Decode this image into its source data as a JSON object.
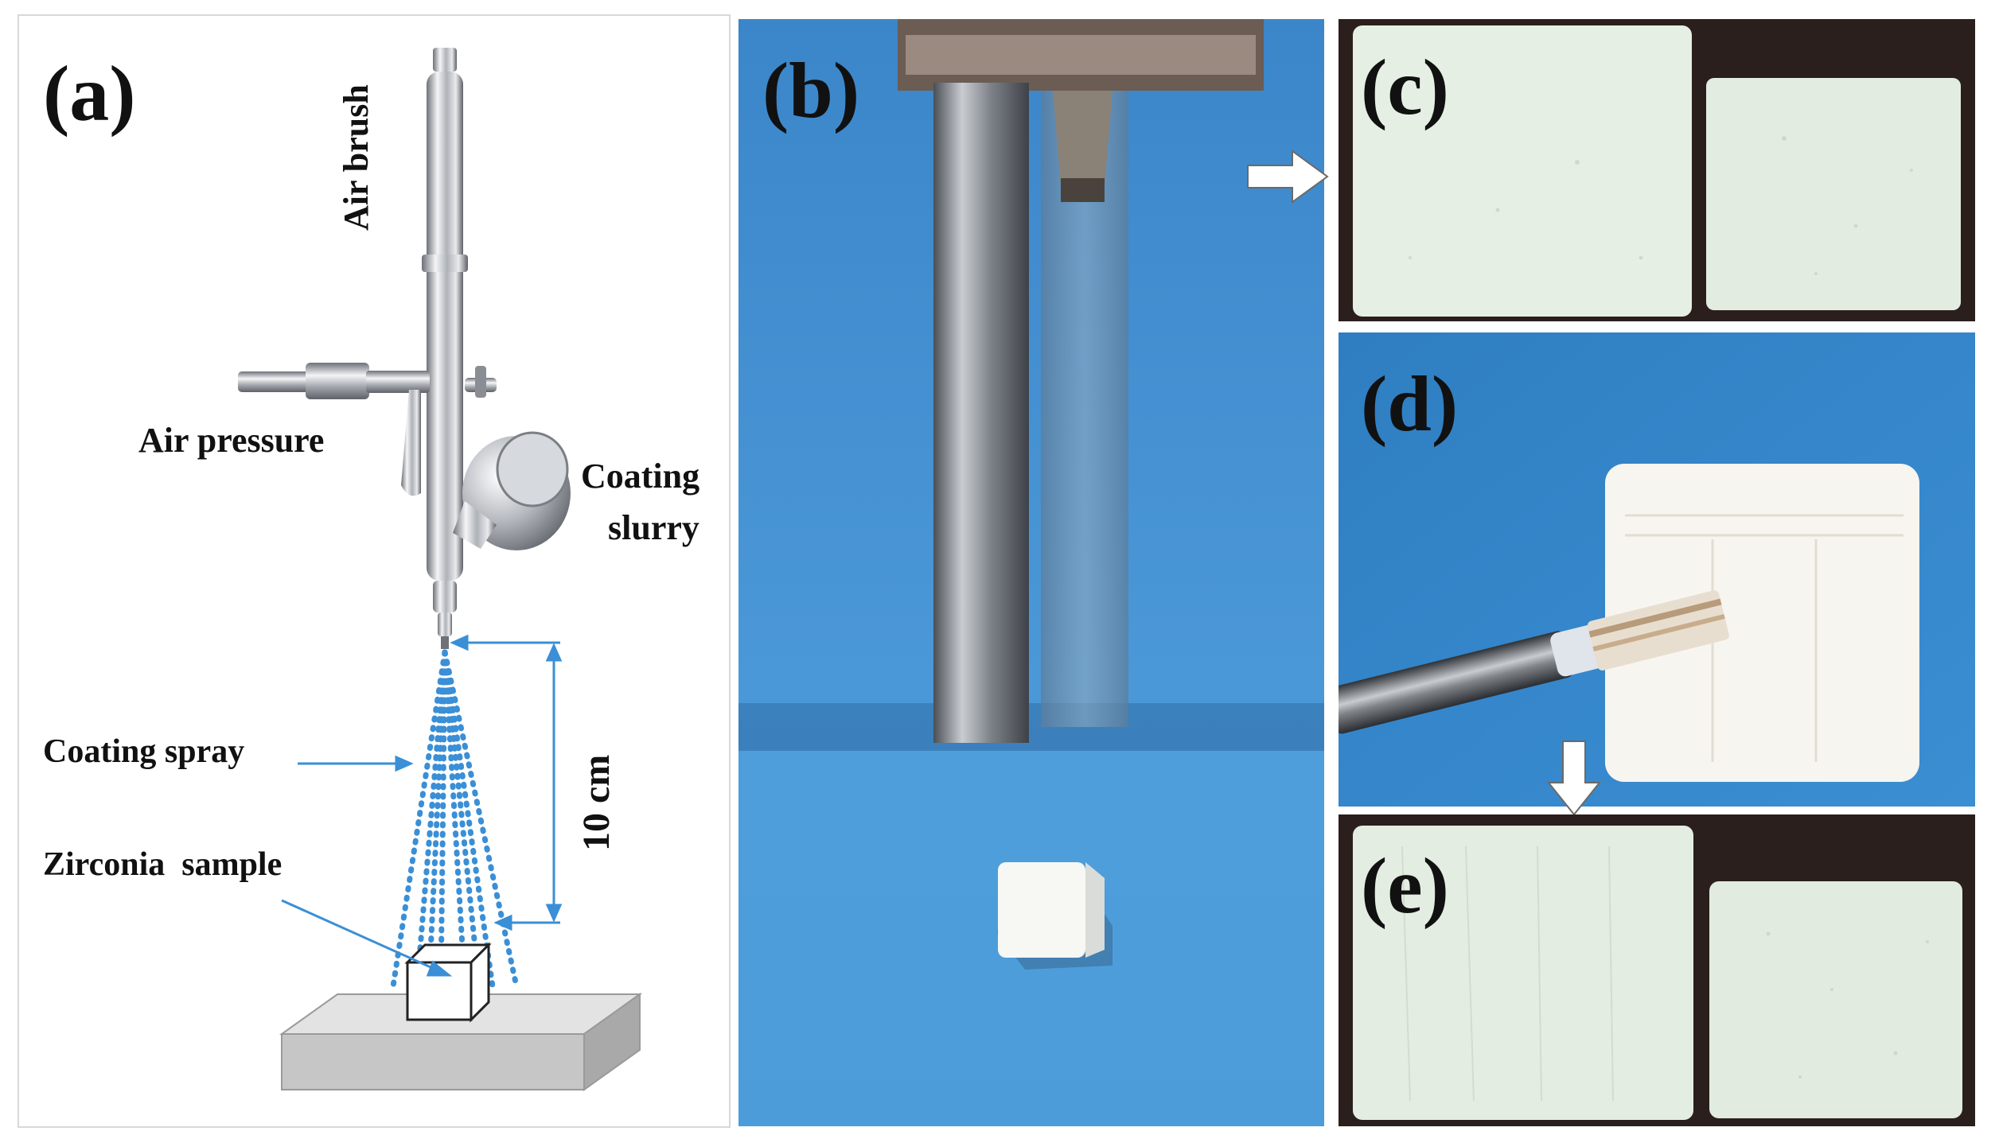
{
  "panels": {
    "a": {
      "label": "(a)",
      "labels": {
        "air_brush": "Air brush",
        "air_pressure": "Air pressure",
        "coating_slurry_line1": "Coating",
        "coating_slurry_line2": "slurry",
        "coating_spray": "Coating spray",
        "zirconia_sample": "Zirconia  sample",
        "distance": "10 cm"
      }
    },
    "b": {
      "label": "(b)"
    },
    "c": {
      "label": "(c)"
    },
    "d": {
      "label": "(d)"
    },
    "e": {
      "label": "(e)"
    }
  },
  "colors": {
    "spray_blue": "#3a8fd6",
    "backdrop_blue": "#3f8fd2",
    "sample_white": "#eef2ee",
    "chrome": "#b8bcc2",
    "base_gray": "#c8c8c8",
    "dark_bg": "#2a1f1c"
  },
  "icons": {
    "arrow_right": "white-arrow-right-icon",
    "arrow_down": "white-arrow-down-icon"
  }
}
